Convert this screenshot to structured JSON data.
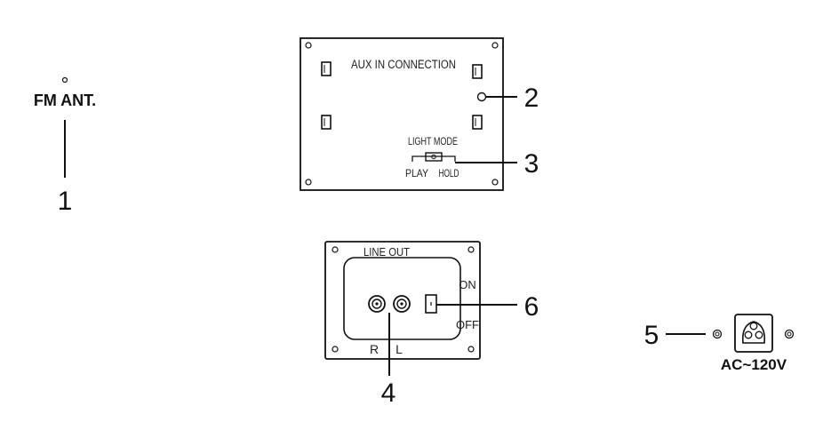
{
  "fm_antenna": {
    "label": "FM ANT.",
    "callout": "1"
  },
  "aux_panel": {
    "title": "AUX IN CONNECTION",
    "jack_callout": "2",
    "light_mode": {
      "title": "LIGHT MODE",
      "left": "PLAY",
      "right": "HOLD",
      "callout": "3"
    }
  },
  "line_out_panel": {
    "title": "LINE OUT",
    "right_label": "R",
    "left_label": "L",
    "jacks_callout": "4",
    "switch_on": "ON",
    "switch_off": "OFF",
    "switch_callout": "6"
  },
  "ac_input": {
    "label": "AC~120V",
    "callout": "5"
  },
  "colors": {
    "ink": "#111111",
    "background": "#ffffff"
  }
}
